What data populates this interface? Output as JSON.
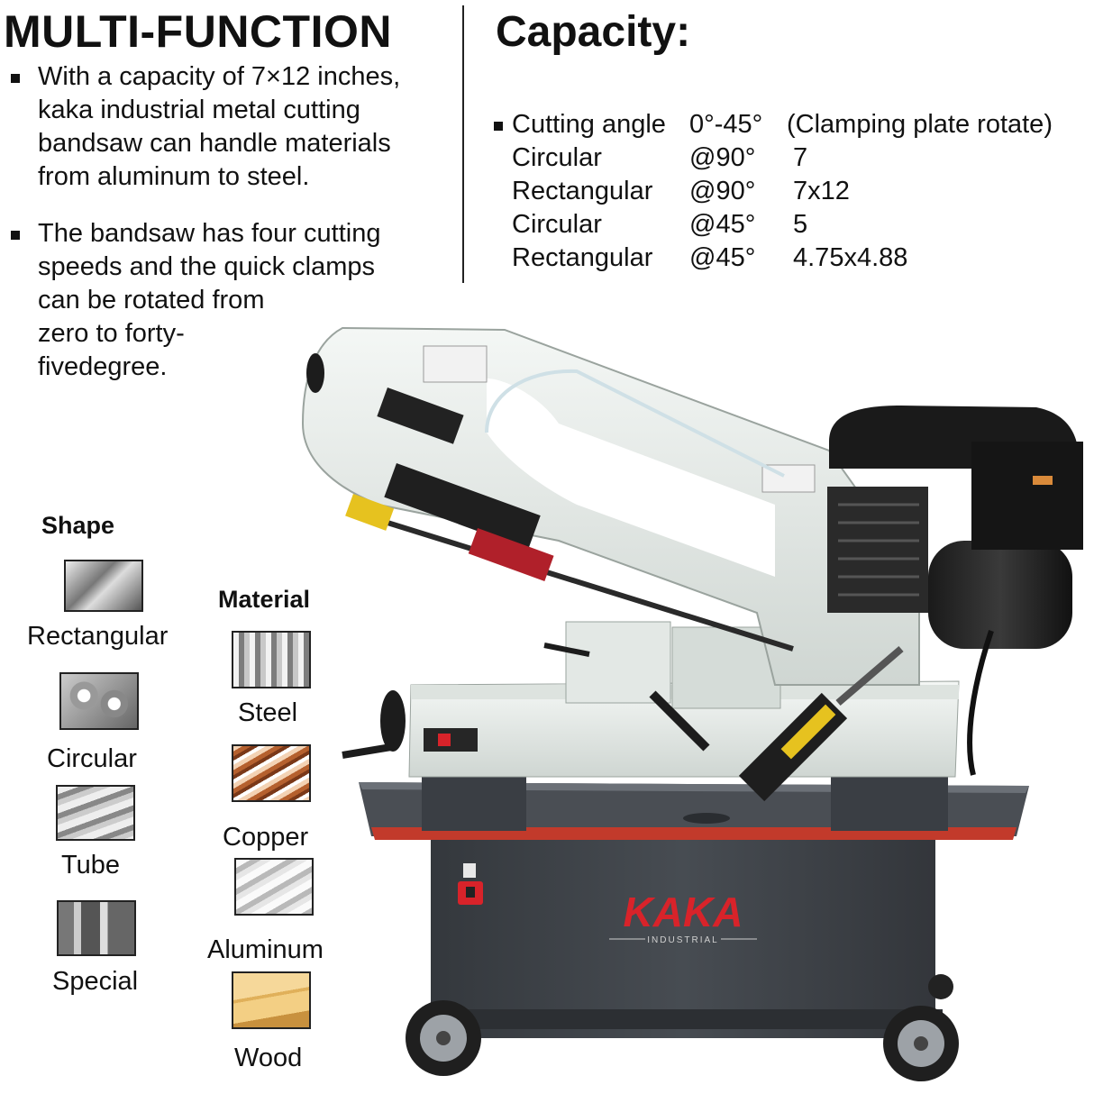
{
  "multifunction": {
    "title": "MULTI-FUNCTION",
    "bullet1_lines": [
      "With a capacity of 7×12 inches,",
      "kaka industrial metal cutting",
      "bandsaw can handle materials",
      "from aluminum to steel."
    ],
    "bullet2_lines": [
      "The bandsaw has four  cutting",
      "speeds and the quick clamps",
      "can be rotated from",
      "zero to forty-",
      "fivedegree."
    ]
  },
  "capacity": {
    "title": "Capacity:",
    "rows": [
      {
        "shape": "Cutting angle",
        "angle": "0°-45°",
        "value": "(Clamping plate rotate)"
      },
      {
        "shape": "Circular",
        "angle": "@90°",
        "value": "7"
      },
      {
        "shape": "Rectangular",
        "angle": "@90°",
        "value": "7x12"
      },
      {
        "shape": "Circular",
        "angle": "@45°",
        "value": "5"
      },
      {
        "shape": "Rectangular",
        "angle": "@45°",
        "value": "4.75x4.88"
      }
    ]
  },
  "shape": {
    "heading": "Shape",
    "items": [
      "Rectangular",
      "Circular",
      "Tube",
      "Special"
    ]
  },
  "material": {
    "heading": "Material",
    "items": [
      "Steel",
      "Copper",
      "Aluminum",
      "Wood"
    ]
  },
  "machine": {
    "brand": "KAKA",
    "brand_sub": "INDUSTRIAL",
    "brand_color": "#d8232a",
    "body_color": "#e6ebe8",
    "base_color": "#3d4147"
  }
}
